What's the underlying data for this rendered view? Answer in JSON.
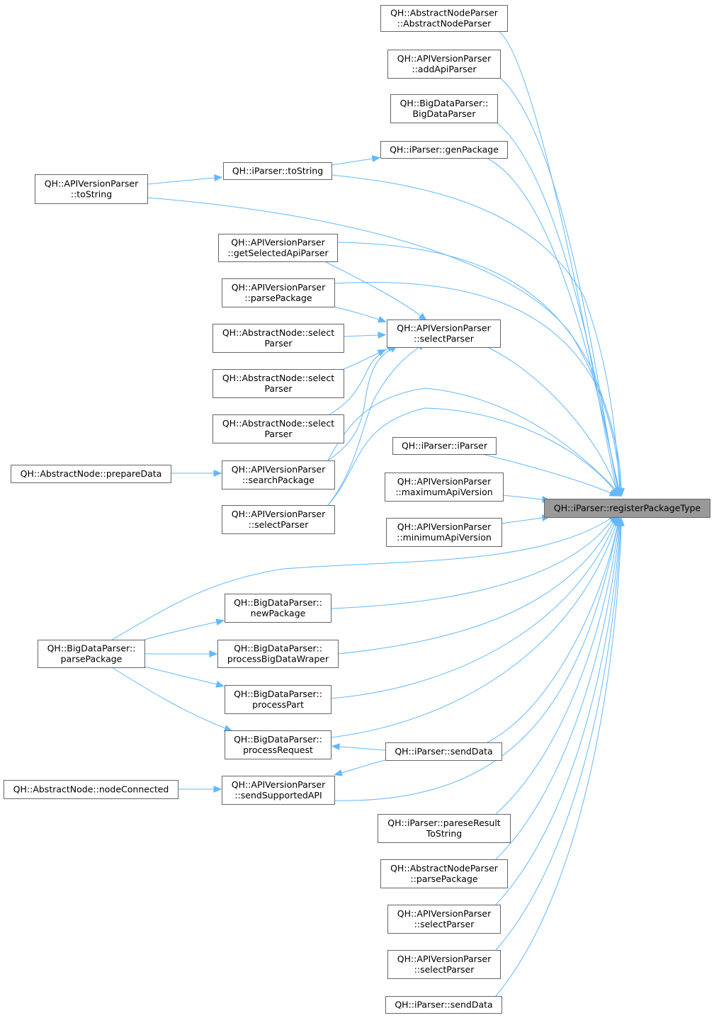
{
  "diagram": {
    "nodes": [
      {
        "id": "root",
        "lines": [
          "QH::iParser::registerPackageType"
        ]
      },
      {
        "id": "n1",
        "lines": [
          "QH::AbstractNodeParser",
          "::AbstractNodeParser"
        ]
      },
      {
        "id": "n2",
        "lines": [
          "QH::APIVersionParser",
          "::addApiParser"
        ]
      },
      {
        "id": "n3",
        "lines": [
          "QH::BigDataParser::",
          "BigDataParser"
        ]
      },
      {
        "id": "n4",
        "lines": [
          "QH::iParser::genPackage"
        ]
      },
      {
        "id": "n5",
        "lines": [
          "QH::iParser::toString"
        ]
      },
      {
        "id": "n6",
        "lines": [
          "QH::APIVersionParser",
          "::toString"
        ]
      },
      {
        "id": "n7",
        "lines": [
          "QH::APIVersionParser",
          "::getSelectedApiParser"
        ]
      },
      {
        "id": "n8",
        "lines": [
          "QH::APIVersionParser",
          "::parsePackage"
        ]
      },
      {
        "id": "n9",
        "lines": [
          "QH::APIVersionParser",
          "::selectParser"
        ]
      },
      {
        "id": "n10",
        "lines": [
          "QH::AbstractNode::select",
          "Parser"
        ]
      },
      {
        "id": "n11",
        "lines": [
          "QH::AbstractNode::select",
          "Parser"
        ]
      },
      {
        "id": "n12",
        "lines": [
          "QH::AbstractNode::select",
          "Parser"
        ]
      },
      {
        "id": "n13",
        "lines": [
          "QH::APIVersionParser",
          "::searchPackage"
        ]
      },
      {
        "id": "n14",
        "lines": [
          "QH::AbstractNode::prepareData"
        ]
      },
      {
        "id": "n15",
        "lines": [
          "QH::APIVersionParser",
          "::selectParser"
        ]
      },
      {
        "id": "n16",
        "lines": [
          "QH::iParser::iParser"
        ]
      },
      {
        "id": "n17",
        "lines": [
          "QH::APIVersionParser",
          "::maximumApiVersion"
        ]
      },
      {
        "id": "n18",
        "lines": [
          "QH::APIVersionParser",
          "::minimumApiVersion"
        ]
      },
      {
        "id": "n19",
        "lines": [
          "QH::BigDataParser::",
          "newPackage"
        ]
      },
      {
        "id": "n20",
        "lines": [
          "QH::BigDataParser::",
          "parsePackage"
        ]
      },
      {
        "id": "n21",
        "lines": [
          "QH::BigDataParser::",
          "processBigDataWraper"
        ]
      },
      {
        "id": "n22",
        "lines": [
          "QH::BigDataParser::",
          "processPart"
        ]
      },
      {
        "id": "n23",
        "lines": [
          "QH::BigDataParser::",
          "processRequest"
        ]
      },
      {
        "id": "n24",
        "lines": [
          "QH::iParser::sendData"
        ]
      },
      {
        "id": "n25",
        "lines": [
          "QH::APIVersionParser",
          "::sendSupportedAPI"
        ]
      },
      {
        "id": "n26",
        "lines": [
          "QH::AbstractNode::nodeConnected"
        ]
      },
      {
        "id": "n27",
        "lines": [
          "QH::iParser::pareseResult",
          "ToString"
        ]
      },
      {
        "id": "n28",
        "lines": [
          "QH::AbstractNodeParser",
          "::parsePackage"
        ]
      },
      {
        "id": "n29",
        "lines": [
          "QH::APIVersionParser",
          "::selectParser"
        ]
      },
      {
        "id": "n30",
        "lines": [
          "QH::APIVersionParser",
          "::selectParser"
        ]
      },
      {
        "id": "n31",
        "lines": [
          "QH::iParser::sendData"
        ]
      }
    ],
    "edges": [
      {
        "from": "n1",
        "to": "root"
      },
      {
        "from": "n2",
        "to": "root"
      },
      {
        "from": "n3",
        "to": "root"
      },
      {
        "from": "n4",
        "to": "root"
      },
      {
        "from": "n5",
        "to": "root"
      },
      {
        "from": "n6",
        "to": "root"
      },
      {
        "from": "n7",
        "to": "root"
      },
      {
        "from": "n8",
        "to": "root"
      },
      {
        "from": "n9",
        "to": "root"
      },
      {
        "from": "n13",
        "to": "root"
      },
      {
        "from": "n15",
        "to": "root"
      },
      {
        "from": "n16",
        "to": "root"
      },
      {
        "from": "n17",
        "to": "root"
      },
      {
        "from": "n18",
        "to": "root"
      },
      {
        "from": "n20",
        "to": "root"
      },
      {
        "from": "n19",
        "to": "root"
      },
      {
        "from": "n21",
        "to": "root"
      },
      {
        "from": "n22",
        "to": "root"
      },
      {
        "from": "n23",
        "to": "root"
      },
      {
        "from": "n24",
        "to": "root"
      },
      {
        "from": "n25",
        "to": "root"
      },
      {
        "from": "n27",
        "to": "root"
      },
      {
        "from": "n28",
        "to": "root"
      },
      {
        "from": "n29",
        "to": "root"
      },
      {
        "from": "n30",
        "to": "root"
      },
      {
        "from": "n31",
        "to": "root"
      },
      {
        "from": "n5",
        "to": "n4"
      },
      {
        "from": "n6",
        "to": "n5"
      },
      {
        "from": "n7",
        "to": "n9"
      },
      {
        "from": "n8",
        "to": "n9"
      },
      {
        "from": "n10",
        "to": "n9"
      },
      {
        "from": "n11",
        "to": "n9"
      },
      {
        "from": "n12",
        "to": "n9"
      },
      {
        "from": "n13",
        "to": "n9"
      },
      {
        "from": "n15",
        "to": "n9"
      },
      {
        "from": "n14",
        "to": "n13"
      },
      {
        "from": "n20",
        "to": "n19"
      },
      {
        "from": "n20",
        "to": "n21"
      },
      {
        "from": "n20",
        "to": "n22"
      },
      {
        "from": "n20",
        "to": "n23"
      },
      {
        "from": "n24",
        "to": "n23"
      },
      {
        "from": "n24",
        "to": "n25"
      },
      {
        "from": "n26",
        "to": "n25"
      }
    ],
    "colors": {
      "edge": "#63b8ff",
      "node_border": "#666666",
      "root_fill": "#999999",
      "node_fill": "#ffffff"
    }
  }
}
